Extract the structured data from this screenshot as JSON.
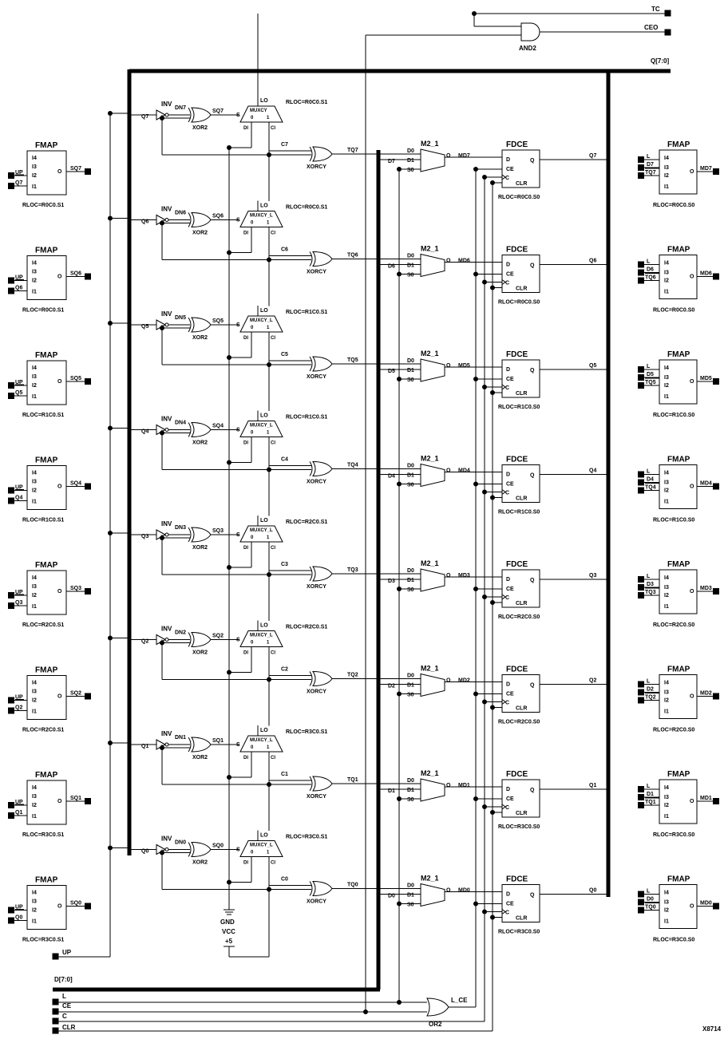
{
  "outputs": {
    "tc": "TC",
    "ceo": "CEO",
    "q_bus": "Q[7:0]",
    "and_label": "AND2"
  },
  "inputs": {
    "up": "UP",
    "d_bus": "D[7:0]",
    "l": "L",
    "ce": "CE",
    "c": "C",
    "clr": "CLR",
    "or_label": "OR2",
    "l_ce": "L_CE"
  },
  "power": {
    "gnd": "GND",
    "vcc": "VCC",
    "plus5": "+5"
  },
  "figure_id": "X8714",
  "labels": {
    "fmap": "FMAP",
    "inv": "INV",
    "xor2": "XOR2",
    "xorcy": "XORCY",
    "m2_1": "M2_1",
    "fdce": "FDCE",
    "lo": "LO",
    "s": "S",
    "di": "DI",
    "ci": "CI",
    "zero": "0",
    "one": "1",
    "d0": "D0",
    "d1": "D1",
    "s0": "S0",
    "o": "O",
    "pin_d": "D",
    "pin_ce": "CE",
    "pin_c": "C",
    "pin_clr": "CLR",
    "pin_q": "Q",
    "i1": "I1",
    "i2": "I2",
    "i3": "I3",
    "i4": "I4"
  },
  "bits": [
    {
      "q": "Q7",
      "dn": "DN7",
      "sq": "SQ7",
      "c": "C7",
      "tq": "TQ7",
      "md": "MD7",
      "d": "D7",
      "mux": "MUXCY",
      "mux_rloc": "RLOC=R0C0.S1",
      "left_rloc": "RLOC=R0C0.S1",
      "ff_rloc": "RLOC=R0C0.S0",
      "right_rloc": "RLOC=R0C0.S0",
      "r_l": "L",
      "r_d": "D7",
      "r_tq": "TQ7"
    },
    {
      "q": "Q6",
      "dn": "DN6",
      "sq": "SQ6",
      "c": "C6",
      "tq": "TQ6",
      "md": "MD6",
      "d": "D6",
      "mux": "MUXCY_L",
      "mux_rloc": "RLOC=R0C0.S1",
      "left_rloc": "RLOC=R0C0.S1",
      "ff_rloc": "RLOC=R0C0.S0",
      "right_rloc": "RLOC=R0C0.S0",
      "r_l": "L",
      "r_d": "D6",
      "r_tq": "TQ6"
    },
    {
      "q": "Q5",
      "dn": "DN5",
      "sq": "SQ5",
      "c": "C5",
      "tq": "TQ5",
      "md": "MD5",
      "d": "D5",
      "mux": "MUXCY_L",
      "mux_rloc": "RLOC=R1C0.S1",
      "left_rloc": "RLOC=R1C0.S1",
      "ff_rloc": "RLOC=R1C0.S0",
      "right_rloc": "RLOC=R1C0.S0",
      "r_l": "L",
      "r_d": "D5",
      "r_tq": "TQ5"
    },
    {
      "q": "Q4",
      "dn": "DN4",
      "sq": "SQ4",
      "c": "C4",
      "tq": "TQ4",
      "md": "MD4",
      "d": "D4",
      "mux": "MUXCY_L",
      "mux_rloc": "RLOC=R1C0.S1",
      "left_rloc": "RLOC=R1C0.S1",
      "ff_rloc": "RLOC=R1C0.S0",
      "right_rloc": "RLOC=R1C0.S0",
      "r_l": "L",
      "r_d": "D4",
      "r_tq": "TQ4"
    },
    {
      "q": "Q3",
      "dn": "DN3",
      "sq": "SQ3",
      "c": "C3",
      "tq": "TQ3",
      "md": "MD3",
      "d": "D3",
      "mux": "MUXCY_L",
      "mux_rloc": "RLOC=R2C0.S1",
      "left_rloc": "RLOC=R2C0.S1",
      "ff_rloc": "RLOC=R2C0.S0",
      "right_rloc": "RLOC=R2C0.S0",
      "r_l": "L",
      "r_d": "D3",
      "r_tq": "TQ3"
    },
    {
      "q": "Q2",
      "dn": "DN2",
      "sq": "SQ2",
      "c": "C2",
      "tq": "TQ2",
      "md": "MD2",
      "d": "D2",
      "mux": "MUXCY_L",
      "mux_rloc": "RLOC=R2C0.S1",
      "left_rloc": "RLOC=R2C0.S1",
      "ff_rloc": "RLOC=R2C0.S0",
      "right_rloc": "RLOC=R2C0.S0",
      "r_l": "L",
      "r_d": "D2",
      "r_tq": "TQ2"
    },
    {
      "q": "Q1",
      "dn": "DN1",
      "sq": "SQ1",
      "c": "C1",
      "tq": "TQ1",
      "md": "MD1",
      "d": "D1",
      "mux": "MUXCY_L",
      "mux_rloc": "RLOC=R3C0.S1",
      "left_rloc": "RLOC=R3C0.S1",
      "ff_rloc": "RLOC=R3C0.S0",
      "right_rloc": "RLOC=R3C0.S0",
      "r_l": "L",
      "r_d": "D1",
      "r_tq": "TQ1"
    },
    {
      "q": "Q0",
      "dn": "DN0",
      "sq": "SQ0",
      "c": "C0",
      "tq": "TQ0",
      "md": "MD0",
      "d": "D0",
      "mux": "MUXCY_L",
      "mux_rloc": "RLOC=R3C0.S1",
      "left_rloc": "RLOC=R3C0.S1",
      "ff_rloc": "RLOC=R3C0.S0",
      "right_rloc": "RLOC=R3C0.S0",
      "r_l": "L",
      "r_d": "D0",
      "r_tq": "TQ0"
    }
  ]
}
